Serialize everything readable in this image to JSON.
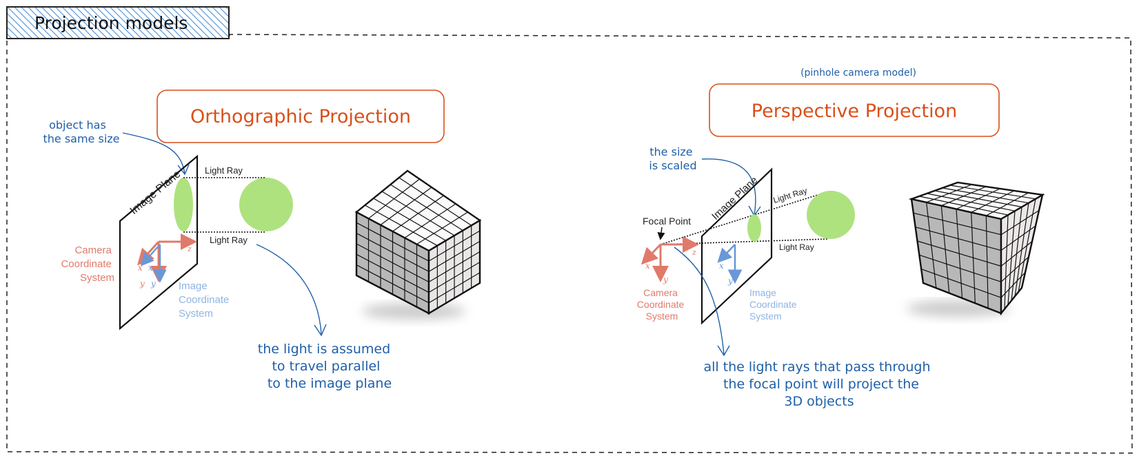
{
  "header": {
    "title": "Projection models"
  },
  "orthographic": {
    "title": "Orthographic Projection",
    "note_top": [
      "object has",
      "the same size"
    ],
    "image_plane": "Image Plane",
    "light_ray_top": "Light Ray",
    "light_ray_bottom": "Light Ray",
    "camera_coord": [
      "Camera",
      "Coordinate",
      "System"
    ],
    "image_coord": [
      "Image",
      "Coordinate",
      "System"
    ],
    "axis_z": "z",
    "axis_x": "x",
    "axis_y": "y",
    "note_bottom": [
      "the light is assumed",
      "to travel parallel",
      "to the image plane"
    ]
  },
  "perspective": {
    "subtitle": "(pinhole camera model)",
    "title": "Perspective Projection",
    "note_top": [
      "the size",
      "is scaled"
    ],
    "image_plane": "Image Plane",
    "focal_point": "Focal Point",
    "light_ray_top": "Light Ray",
    "light_ray_bottom": "Light Ray",
    "camera_coord": [
      "Camera",
      "Coordinate",
      "System"
    ],
    "image_coord": [
      "Image",
      "Coordinate",
      "System"
    ],
    "axis_z": "z",
    "axis_x": "x",
    "axis_y": "y",
    "note_bottom": [
      "all the light rays that pass through",
      "the focal point will project the",
      "3D objects"
    ]
  },
  "colors": {
    "accent_orange": "#d9501a",
    "note_blue": "#1f5fa8",
    "green_object": "#aee27f",
    "camera_red": "#e07a6a",
    "image_blue": "#6a97d8"
  }
}
